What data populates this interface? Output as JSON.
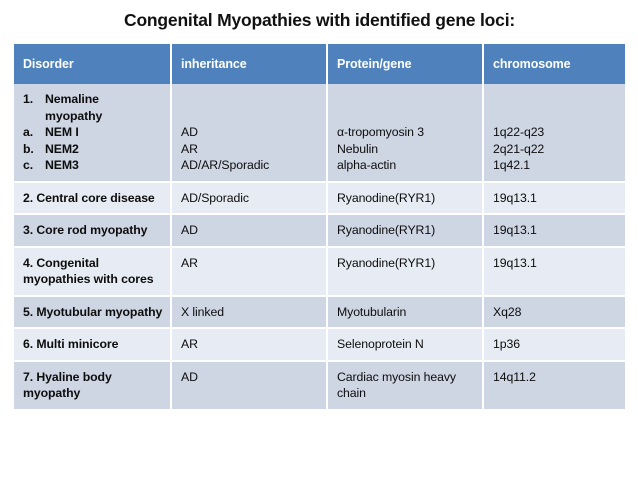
{
  "slide": {
    "title": "Congenital Myopathies with identified gene loci:"
  },
  "table": {
    "headers": [
      "Disorder",
      "inheritance",
      "Protein/gene",
      "chromosome"
    ],
    "header_bg": "#4f81bd",
    "band_dark": "#ced5e3",
    "band_light": "#e7ebf3",
    "rows": [
      {
        "band": "dark",
        "disorder_main_marker": "1.",
        "disorder_main_line1": "Nemaline",
        "disorder_main_line2": "myopathy",
        "sub": [
          {
            "marker": "a.",
            "label": "NEM I",
            "inheritance": "AD",
            "protein": "α-tropomyosin 3",
            "chromosome": "1q22-q23"
          },
          {
            "marker": "b.",
            "label": "NEM2",
            "inheritance": "AR",
            "protein": "Nebulin",
            "chromosome": "2q21-q22"
          },
          {
            "marker": "c.",
            "label": "NEM3",
            "inheritance": "AD/AR/Sporadic",
            "protein": "alpha-actin",
            "chromosome": "1q42.1"
          }
        ]
      },
      {
        "band": "light",
        "disorder": "2. Central core disease",
        "inheritance": "AD/Sporadic",
        "protein": "Ryanodine(RYR1)",
        "chromosome": "19q13.1"
      },
      {
        "band": "dark",
        "disorder": "3. Core rod myopathy",
        "inheritance": "AD",
        "protein": "Ryanodine(RYR1)",
        "chromosome": "19q13.1"
      },
      {
        "band": "light",
        "disorder": "4. Congenital myopathies with cores",
        "inheritance": "AR",
        "protein": "Ryanodine(RYR1)",
        "chromosome": "19q13.1"
      },
      {
        "band": "dark",
        "disorder": "5. Myotubular myopathy",
        "inheritance": "X linked",
        "protein": "Myotubularin",
        "chromosome": "Xq28"
      },
      {
        "band": "light",
        "disorder": "6. Multi minicore",
        "inheritance": "AR",
        "protein": "Selenoprotein N",
        "chromosome": "1p36"
      },
      {
        "band": "dark",
        "disorder": "7. Hyaline body myopathy",
        "inheritance": "AD",
        "protein": "Cardiac myosin heavy chain",
        "chromosome": "14q11.2"
      }
    ]
  }
}
